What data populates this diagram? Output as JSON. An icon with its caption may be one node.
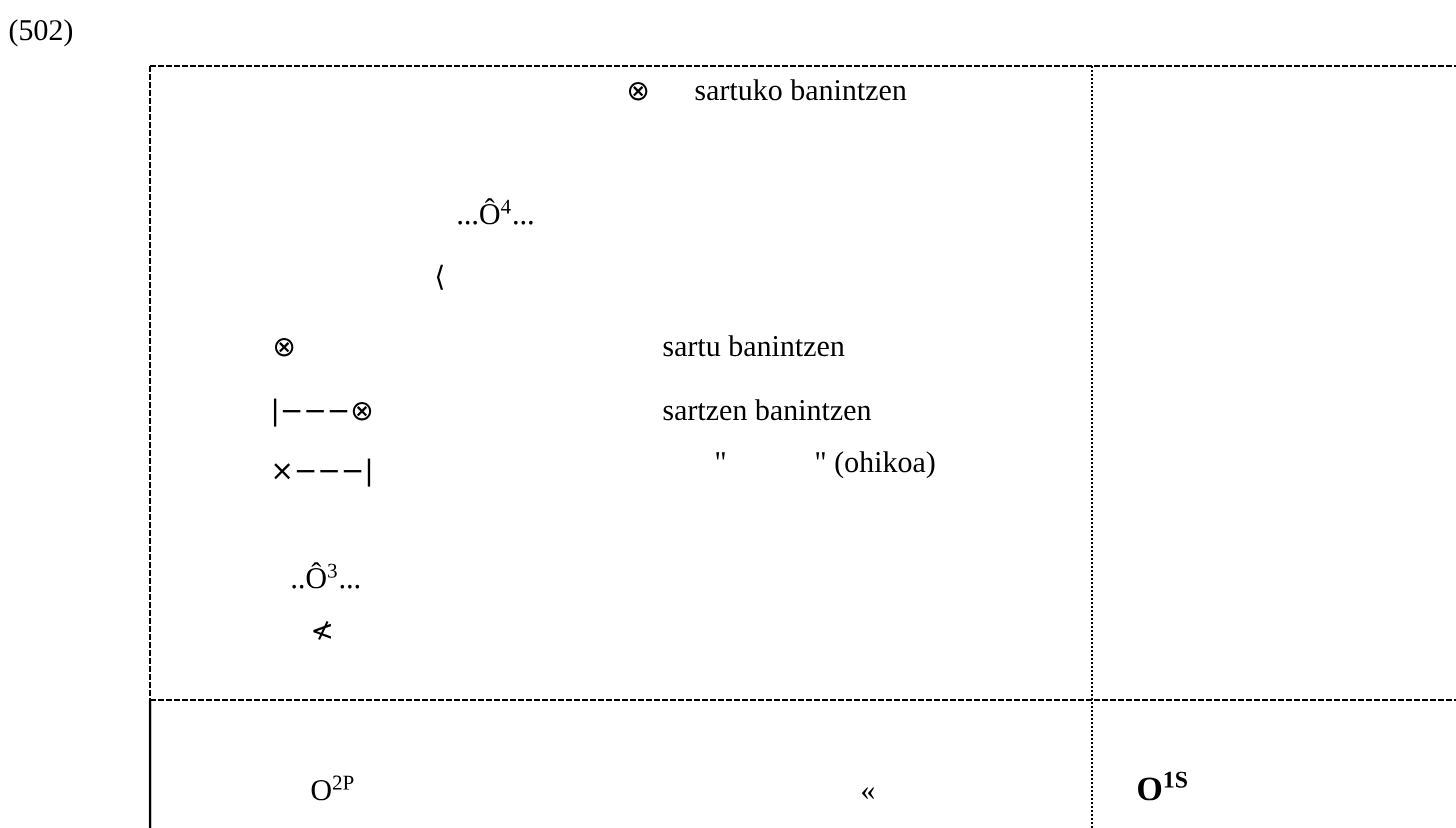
{
  "diagram": {
    "labels": [
      "(502)",
      "⊗",
      "sartuko banintzen",
      "...Ô$^{4}$...",
      "⟨",
      "⊗",
      "sartu banintzen",
      "|−−−⊗",
      "sartzen banintzen",
      "×−−−|",
      "\"",
      "\" (ohikoa)",
      "..Ô$^{3}$...",
      "≮",
      "O$^{2P}$",
      "«",
      "O$^{1S}$"
    ]
  }
}
